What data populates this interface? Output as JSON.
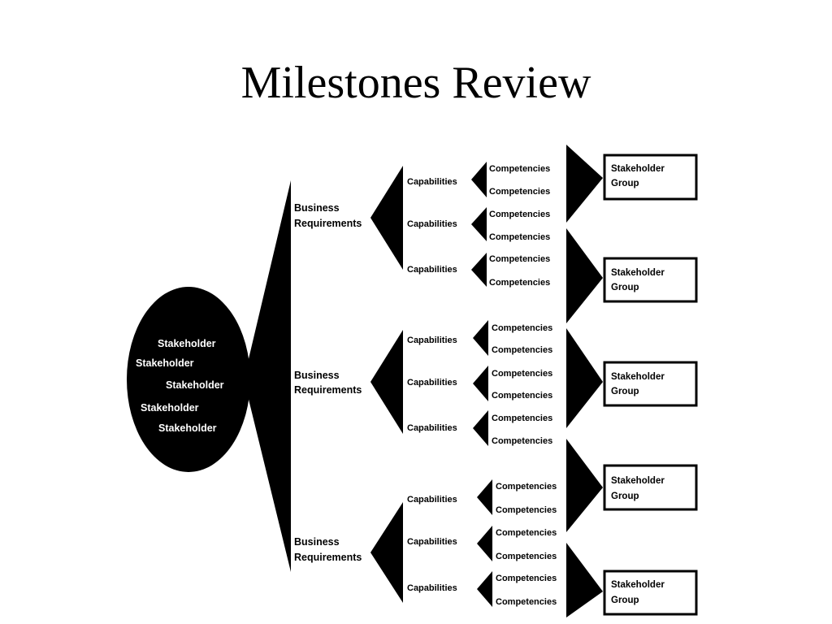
{
  "slide": {
    "title": "Milestones Review"
  },
  "diagram": {
    "stakeholders": [
      "Stakeholder",
      "Stakeholder",
      "Stakeholder",
      "Stakeholder",
      "Stakeholder"
    ],
    "business_requirements": [
      {
        "line1": "Business",
        "line2": "Requirements"
      },
      {
        "line1": "Business",
        "line2": "Requirements"
      },
      {
        "line1": "Business",
        "line2": "Requirements"
      }
    ],
    "capabilities": [
      "Capabilities",
      "Capabilities",
      "Capabilities",
      "Capabilities",
      "Capabilities",
      "Capabilities",
      "Capabilities",
      "Capabilities",
      "Capabilities"
    ],
    "competencies": [
      "Competencies",
      "Competencies",
      "Competencies",
      "Competencies",
      "Competencies",
      "Competencies",
      "Competencies",
      "Competencies",
      "Competencies",
      "Competencies",
      "Competencies",
      "Competencies",
      "Competencies",
      "Competencies",
      "Competencies",
      "Competencies",
      "Competencies",
      "Competencies"
    ],
    "stakeholder_groups": [
      {
        "line1": "Stakeholder",
        "line2": "Group"
      },
      {
        "line1": "Stakeholder",
        "line2": "Group"
      },
      {
        "line1": "Stakeholder",
        "line2": "Group"
      },
      {
        "line1": "Stakeholder",
        "line2": "Group"
      },
      {
        "line1": "Stakeholder",
        "line2": "Group"
      }
    ]
  }
}
